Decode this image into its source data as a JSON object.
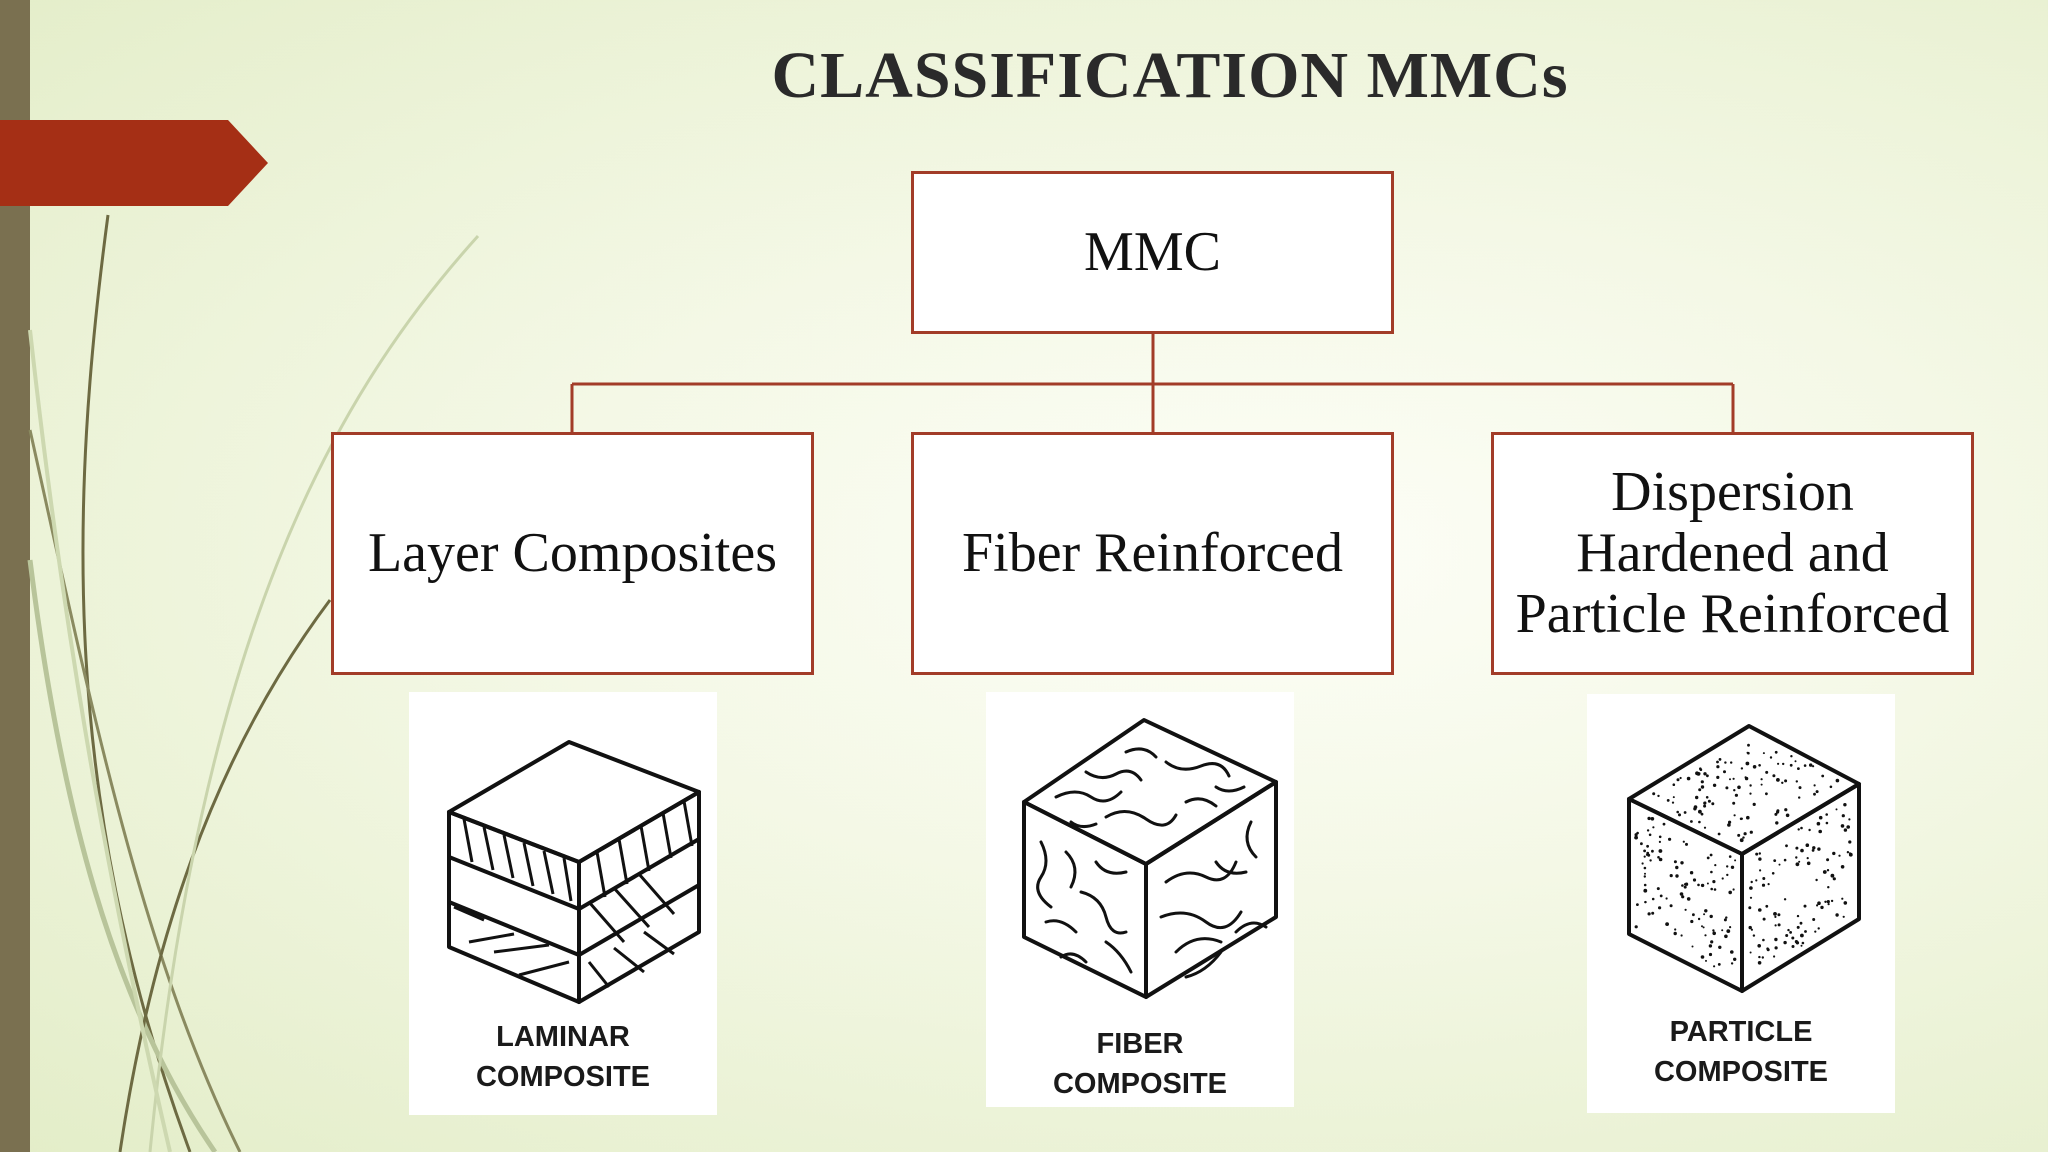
{
  "title": "CLASSIFICATION MMCs",
  "colors": {
    "accent": "#a23c28",
    "left_bar": "#7a7050",
    "arrow_tab": "#a52f15",
    "background": "#eef4dc"
  },
  "diagram": {
    "root": {
      "label": "MMC"
    },
    "children": [
      {
        "label": "Layer Composites",
        "illustration": {
          "icon": "laminar-composite-cube",
          "label_lines": [
            "LAMINAR",
            "COMPOSITE"
          ]
        }
      },
      {
        "label": "Fiber Reinforced",
        "illustration": {
          "icon": "fiber-composite-cube",
          "label_lines": [
            "FIBER",
            "COMPOSITE"
          ]
        }
      },
      {
        "label_lines": [
          "Dispersion",
          "Hardened and",
          "Particle Reinforced"
        ],
        "illustration": {
          "icon": "particle-composite-cube",
          "label_lines": [
            "PARTICLE",
            "COMPOSITE"
          ]
        }
      }
    ]
  }
}
